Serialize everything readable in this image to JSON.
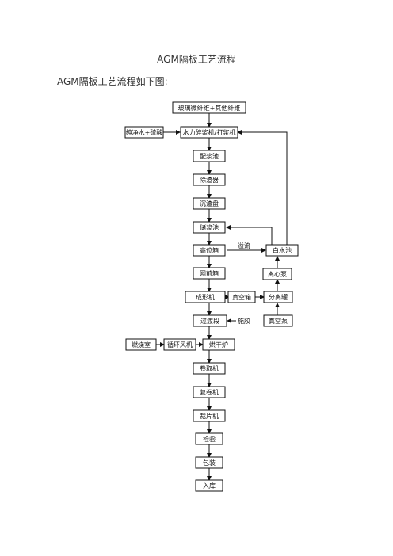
{
  "document": {
    "title": "AGM隔板工艺流程",
    "intro": "AGM隔板工艺流程如下图:"
  },
  "flowchart": {
    "nodes": {
      "fiber": "玻璃微纤维+其他纤维",
      "water_acid": "纯净水+硫酸",
      "pulper": "水力碎浆机/打浆机",
      "mix_tank": "配浆池",
      "desander": "除渣器",
      "settling": "沉渣盘",
      "storage": "储浆池",
      "head_box": "高位箱",
      "white_water": "白水池",
      "pre_box": "网前箱",
      "centrifugal_pump": "离心泵",
      "forming": "成形机",
      "vacuum_box": "真空箱",
      "separator": "分离罐",
      "transition": "过渡段",
      "vacuum_pump": "真空泵",
      "combustion": "燃烧室",
      "fan": "循环风机",
      "dryer": "烘干炉",
      "reeler": "卷取机",
      "rewinder": "复卷机",
      "cutter": "裁片机",
      "inspection": "检验",
      "packing": "包装",
      "warehouse": "入库"
    },
    "labels": {
      "overflow": "溢流",
      "glue": "施胶"
    }
  }
}
